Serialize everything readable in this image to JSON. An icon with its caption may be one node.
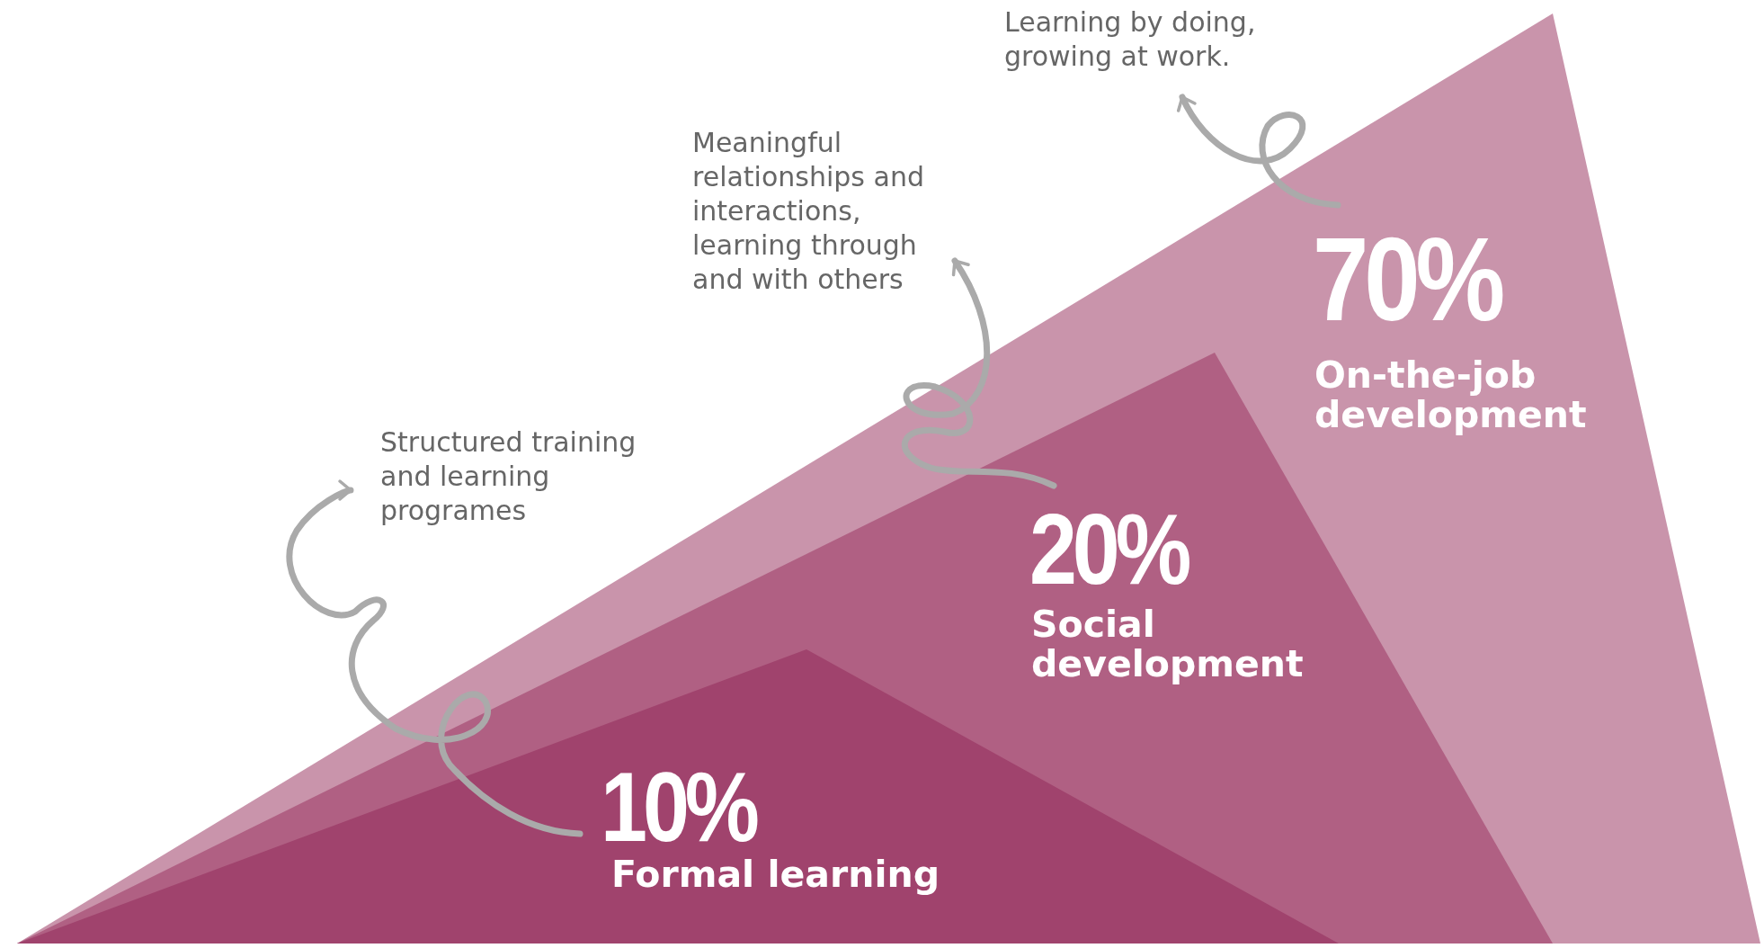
{
  "diagram": {
    "nodes": [
      {
        "text": [
          "70%",
          "On-the-job development"
        ]
      },
      {
        "text": [
          "20%",
          "Social development"
        ],
        "in": 0
      },
      {
        "text": [
          "10%",
          "Formal learning"
        ],
        "in": 1
      },
      {
        "text": [
          "Learning by doing, growing at work."
        ]
      },
      {
        "text": [
          "Meaningful relationships and interactions, learning through and with others"
        ]
      },
      {
        "text": [
          "Structured training and learning programes"
        ]
      }
    ],
    "edges": [
      {
        "from": 0,
        "to": 3,
        "arrow": "to"
      },
      {
        "from": 1,
        "to": 4,
        "arrow": "to"
      },
      {
        "from": 2,
        "to": 5,
        "arrow": "to"
      }
    ]
  }
}
